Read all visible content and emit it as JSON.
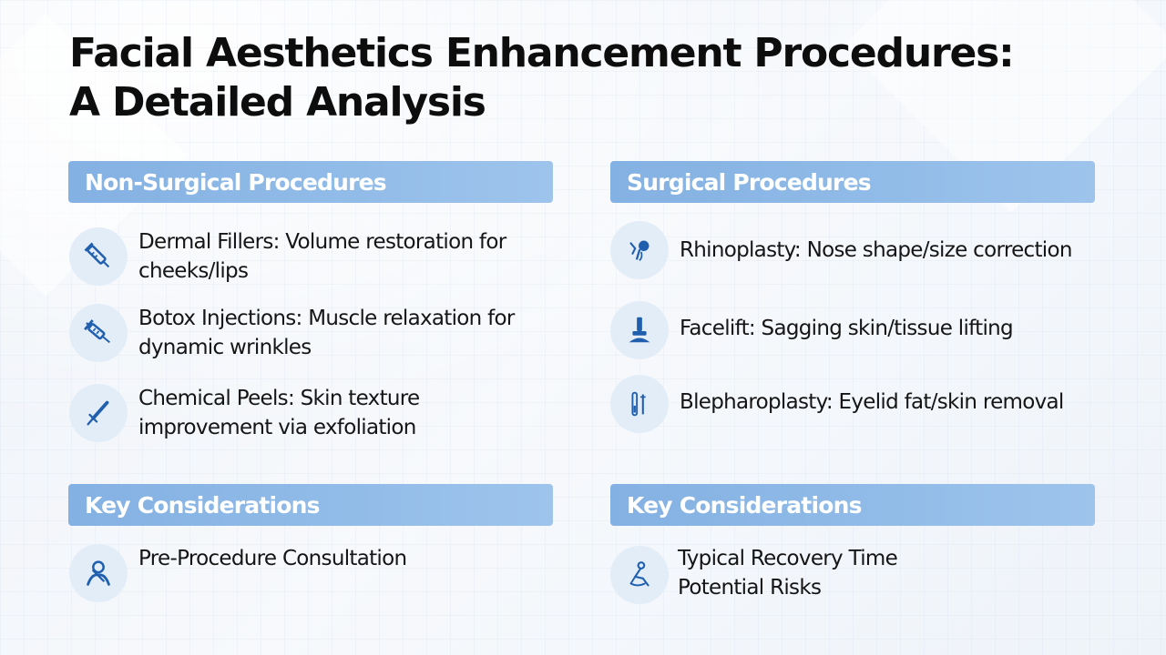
{
  "title": {
    "line1": "Facial Aesthetics Enhancement Procedures:",
    "line2": "A Detailed Analysis"
  },
  "non_surgical": {
    "header": "Non-Surgical Procedures",
    "items": [
      {
        "icon": "syringe-icon",
        "line1": "Dermal Fillers: Volume restoration for",
        "line2": "cheeks/lips"
      },
      {
        "icon": "injection-icon",
        "line1": "Botox Injections: Muscle relaxation for",
        "line2": "dynamic wrinkles"
      },
      {
        "icon": "applicator-icon",
        "line1": "Chemical Peels: Skin texture",
        "line2": "improvement via exfoliation"
      }
    ]
  },
  "surgical": {
    "header": "Surgical Procedures",
    "items": [
      {
        "icon": "nose-icon",
        "line1": "Rhinoplasty: Nose shape/size correction"
      },
      {
        "icon": "facelift-icon",
        "line1": "Facelift: Sagging skin/tissue lifting"
      },
      {
        "icon": "eyelid-icon",
        "line1": "Blepharoplasty: Eyelid fat/skin removal"
      }
    ]
  },
  "considerations_left": {
    "header": "Key Considerations",
    "items": [
      {
        "icon": "consultation-icon",
        "line1": "Pre-Procedure Consultation"
      }
    ]
  },
  "considerations_right": {
    "header": "Key Considerations",
    "items": [
      {
        "icon": "recovery-icon",
        "line1": "Typical Recovery Time",
        "line2": "Potential Risks"
      }
    ]
  },
  "colors": {
    "header_bar": "#8db8e6",
    "icon_blue": "#1f5fae",
    "icon_circle": "#e3edf8",
    "title_text": "#0d0d0d"
  }
}
